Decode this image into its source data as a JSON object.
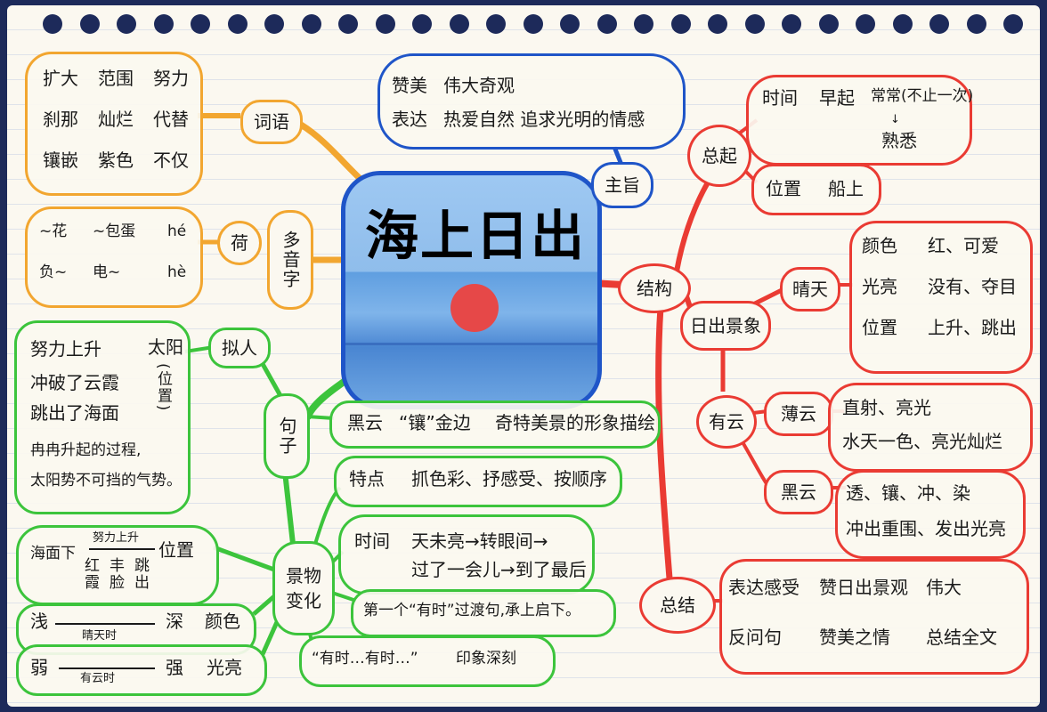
{
  "center": {
    "title": "海上日出"
  },
  "nodes": {
    "ciyu": "词语",
    "duoyinzi": "多音字",
    "he": "荷",
    "niren": "拟人",
    "juzi": "句子",
    "jingwu": "景物变化",
    "zhuzhi": "主旨",
    "jiegou": "结构",
    "zongqi": "总起",
    "richu": "日出景象",
    "qingtian": "晴天",
    "youyun": "有云",
    "baoyun": "薄云",
    "heiyun": "黑云",
    "zongjie": "总结"
  },
  "words": [
    "扩大",
    "范围",
    "努力",
    "刹那",
    "灿烂",
    "代替",
    "镶嵌",
    "紫色",
    "不仅"
  ],
  "poly": [
    "~花",
    "~包蛋",
    "hé",
    "负~",
    "电~",
    "hè"
  ],
  "personify": {
    "lines": [
      "努力上升",
      "冲破了云霞",
      "跳出了海面",
      "冉冉升起的过程,",
      "太阳势不可挡的气势。"
    ],
    "sun": "太阳",
    "pos": "(位置)"
  },
  "heiyun_sentence": {
    "a": "黑云",
    "b": "“镶”金边",
    "c": "奇特美景的形象描绘"
  },
  "features": {
    "a": "特点",
    "b": "抓色彩、抒感受、按顺序"
  },
  "time": {
    "a": "时间",
    "b": "天未亮→转眼间→",
    "c": "过了一会儿→到了最后"
  },
  "position": {
    "sea": "海面下",
    "rise": "努力上升",
    "red": "红霞",
    "half": "丰脸",
    "jump": "跳出",
    "label": "位置"
  },
  "color": {
    "from": "浅",
    "cond": "晴天时",
    "to": "深",
    "label": "颜色"
  },
  "bright": {
    "from": "弱",
    "cond": "有云时",
    "to": "强",
    "label": "光亮"
  },
  "transition": "第一个“有时”过渡句,承上启下。",
  "youshi": {
    "a": "“有时…有时…”",
    "b": "印象深刻"
  },
  "theme": {
    "l1a": "赞美",
    "l1b": "伟大奇观",
    "l2a": "表达",
    "l2b": "热爱自然 追求光明的情感"
  },
  "zongqi_time": {
    "a": "时间",
    "b": "早起",
    "c": "常常(不止一次)",
    "arrow": "↓",
    "d": "熟悉"
  },
  "zongqi_pos": {
    "a": "位置",
    "b": "船上"
  },
  "sunny": [
    [
      "颜色",
      "红、可爱"
    ],
    [
      "光亮",
      "没有、夺目"
    ],
    [
      "位置",
      "上升、跳出"
    ]
  ],
  "thin": [
    "直射、亮光",
    "水天一色、亮光灿烂"
  ],
  "black": [
    "透、镶、冲、染",
    "冲出重围、发出光亮"
  ],
  "summary": [
    [
      "表达感受",
      "赞日出景观",
      "伟大"
    ],
    [
      "反问句",
      "赞美之情",
      "总结全文"
    ]
  ],
  "colors": {
    "orange": "#f2a630",
    "green": "#3cc43c",
    "red": "#ea3b33",
    "blue": "#1f55c8"
  }
}
